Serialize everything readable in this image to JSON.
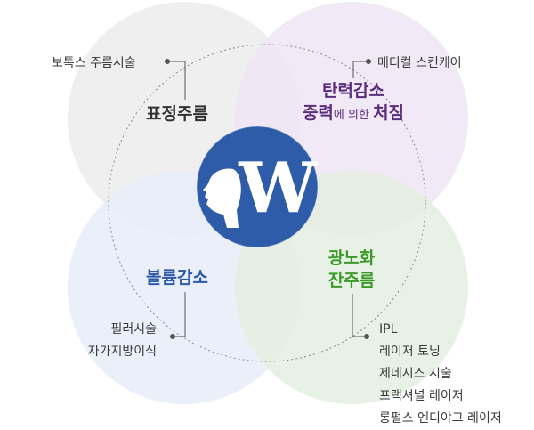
{
  "colors": {
    "top_left_circle": "#ececec",
    "top_right_circle": "#f0e8f5",
    "bottom_left_circle": "#e8edf8",
    "bottom_right_circle": "#e6f0e2",
    "center_badge": "#2f5ca8",
    "wrinkle_title": "#333333",
    "sagging_title": "#5b2d7c",
    "volume_title": "#2e5aa8",
    "photo_title": "#3b9a2a"
  },
  "center_logo": {
    "letter": "W",
    "icon": "face-profile-icon"
  },
  "quadrants": {
    "top_left": {
      "title": "표정주름",
      "treatments": [
        "보톡스 주름시술"
      ]
    },
    "top_right": {
      "title_line1": "탄력감소",
      "title_line2_a": "중력",
      "title_line2_b": "에 의한 ",
      "title_line2_c": "처짐",
      "treatments": [
        "메디컬 스킨케어"
      ]
    },
    "bottom_left": {
      "title": "볼륨감소",
      "treatments": [
        "필러시술",
        "자가지방이식"
      ]
    },
    "bottom_right": {
      "title_line1": "광노화",
      "title_line2": "잔주름",
      "treatments": [
        "IPL",
        "레이저 토닝",
        "제네시스 시술",
        "프랙셔널 레이저",
        "롱펄스 엔디야그 레이저"
      ]
    }
  }
}
